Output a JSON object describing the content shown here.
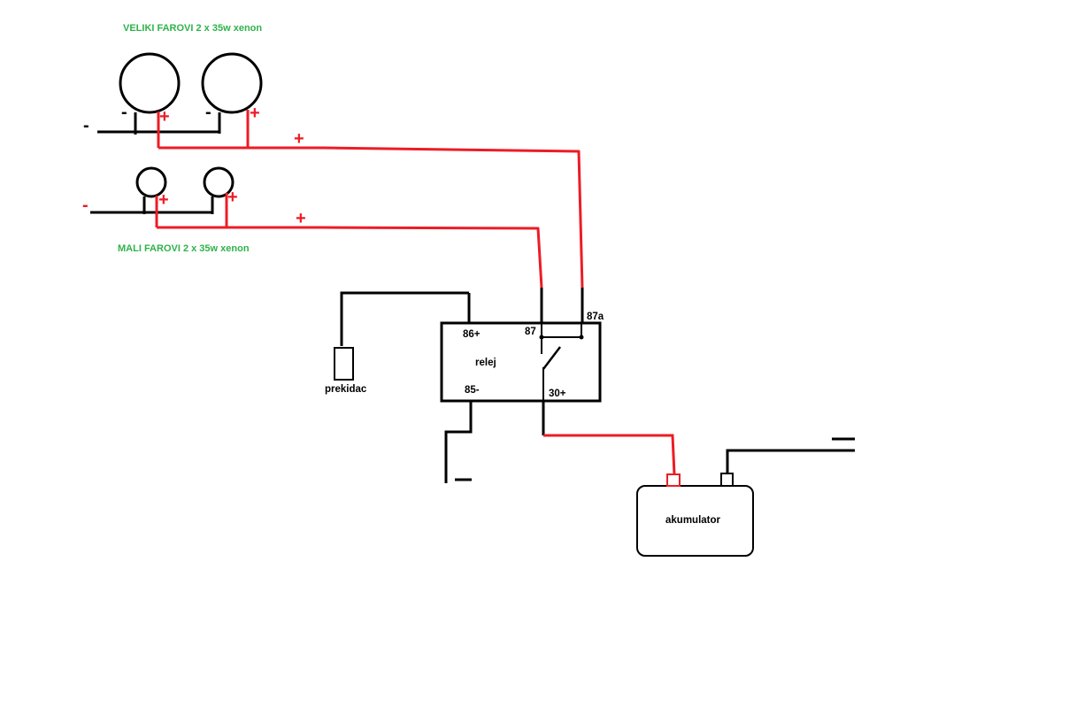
{
  "colors": {
    "wire_positive": "#ed1c24",
    "wire_ground": "#000000",
    "title_text": "#2db34a"
  },
  "labels": {
    "high_beams_title": "VELIKI FAROVI 2 x 35w xenon",
    "low_beams_title": "MALI FAROVI 2 x 35w xenon",
    "switch": "prekidac",
    "relay": "relej",
    "battery": "akumulator",
    "pin_86": "86+",
    "pin_85": "85-",
    "pin_87": "87",
    "pin_87a": "87a",
    "pin_30": "30+",
    "plus": "+",
    "minus": "-"
  }
}
